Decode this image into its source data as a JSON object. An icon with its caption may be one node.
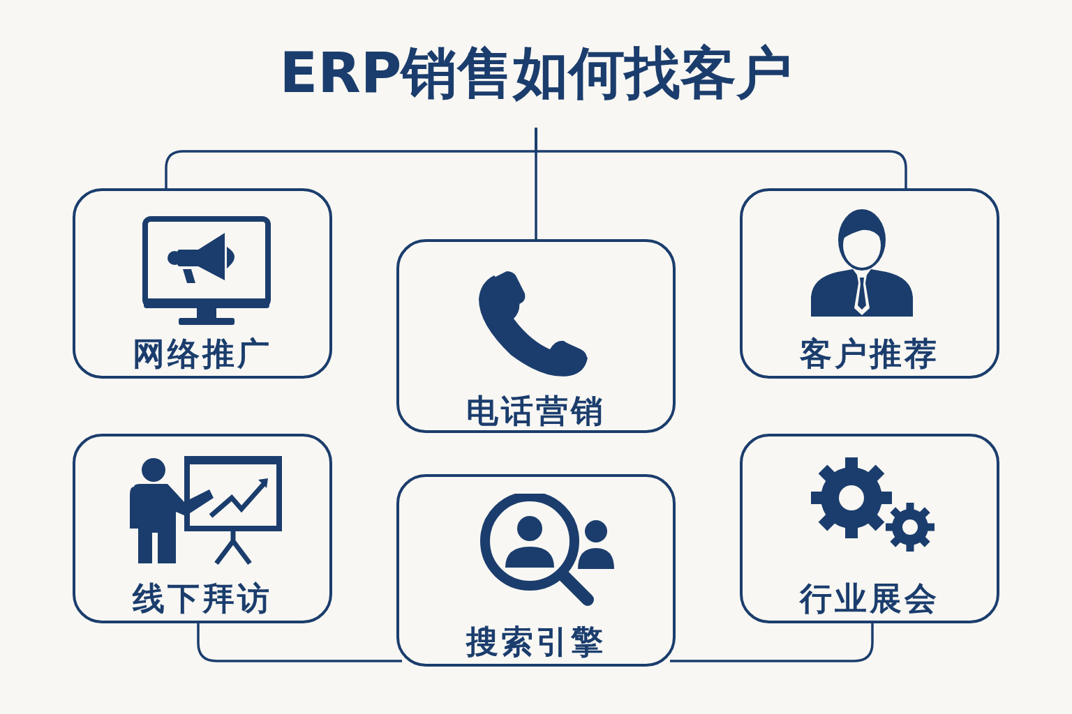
{
  "diagram": {
    "nodes": [
      {
        "text": [
          "ERP销售如何找客户"
        ]
      },
      {
        "text": [
          "网络推广"
        ]
      },
      {
        "text": [
          "电话营销"
        ]
      },
      {
        "text": [
          "客户推荐"
        ]
      },
      {
        "text": [
          "线下拜访"
        ]
      },
      {
        "text": [
          "搜索引擎"
        ]
      },
      {
        "text": [
          "行业展会"
        ]
      }
    ],
    "edges": [
      {
        "from": 0,
        "to": 1,
        "arrow": "none"
      },
      {
        "from": 0,
        "to": 2,
        "arrow": "none"
      },
      {
        "from": 0,
        "to": 3,
        "arrow": "none"
      },
      {
        "from": 4,
        "to": 5,
        "arrow": "none"
      },
      {
        "from": 5,
        "to": 6,
        "arrow": "none"
      }
    ]
  }
}
